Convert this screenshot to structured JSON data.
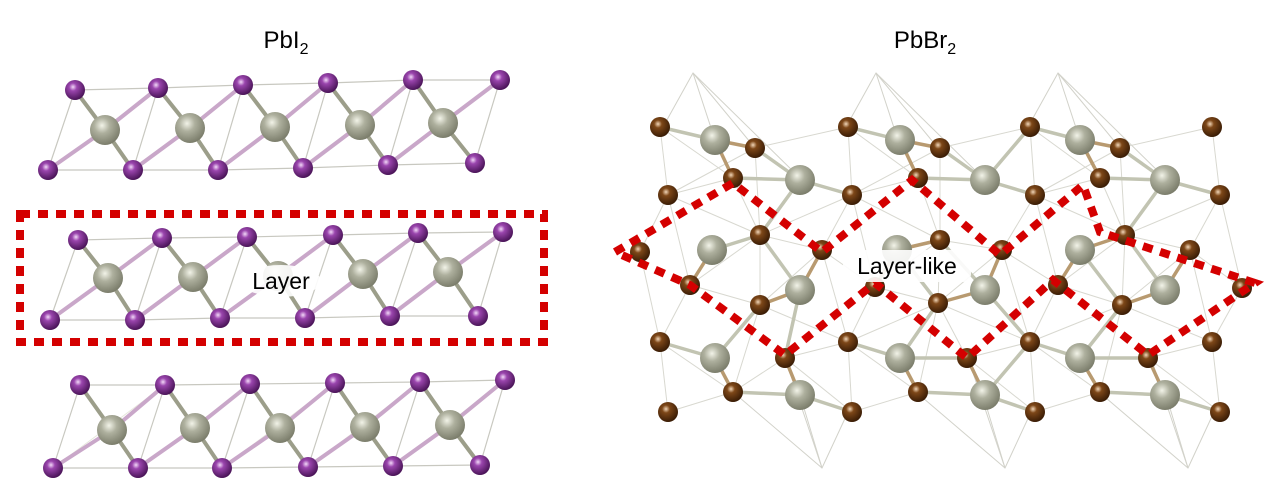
{
  "left_panel": {
    "title": "PbI",
    "title_sub": "2",
    "label": "Layer"
  },
  "right_panel": {
    "title": "PbBr",
    "title_sub": "2",
    "label": "Layer-like"
  },
  "colors": {
    "iodine": "#7b2d8e",
    "bromine": "#6b3a12",
    "lead": "#a9ab98",
    "highlight_dash": "#d40000",
    "edges": "#c8c8c0"
  }
}
